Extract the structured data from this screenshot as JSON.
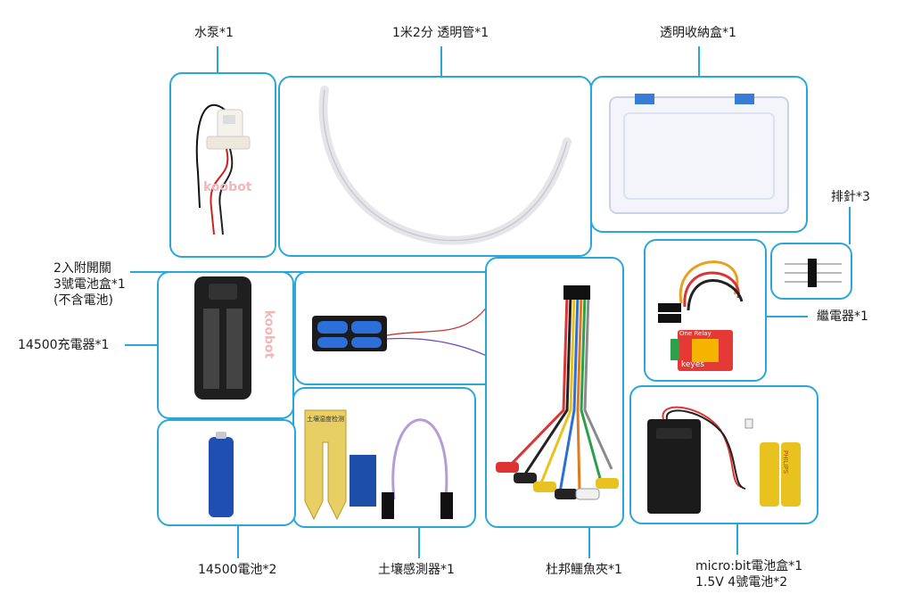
{
  "labels": {
    "pump": "水泵*1",
    "tube": "1米2分 透明管*1",
    "storage_box": "透明收納盒*1",
    "pin_header": "排針*3",
    "battery_box_switch_line1": "2入附開關",
    "battery_box_switch_line2": "3號電池盒*1",
    "battery_box_switch_line3": "(不含電池)",
    "charger": "14500充電器*1",
    "relay": "繼電器*1",
    "battery_14500": "14500電池*2",
    "soil_sensor": "土壤感測器*1",
    "alligator_clips": "杜邦鱷魚夾*1",
    "microbit_box_line1": "micro:bit電池盒*1",
    "microbit_box_line2": "1.5V 4號電池*2"
  },
  "product_text": {
    "watermark": "koobot",
    "relay_brand": "keyes",
    "relay_title": "One Relay",
    "battery_brand": "PHILIPS",
    "soil_sensor_title": "土壤湿度检测"
  },
  "colors": {
    "accent": "#2aa7d9",
    "text": "#1a1a1a",
    "watermark": "#f3b6b6"
  }
}
